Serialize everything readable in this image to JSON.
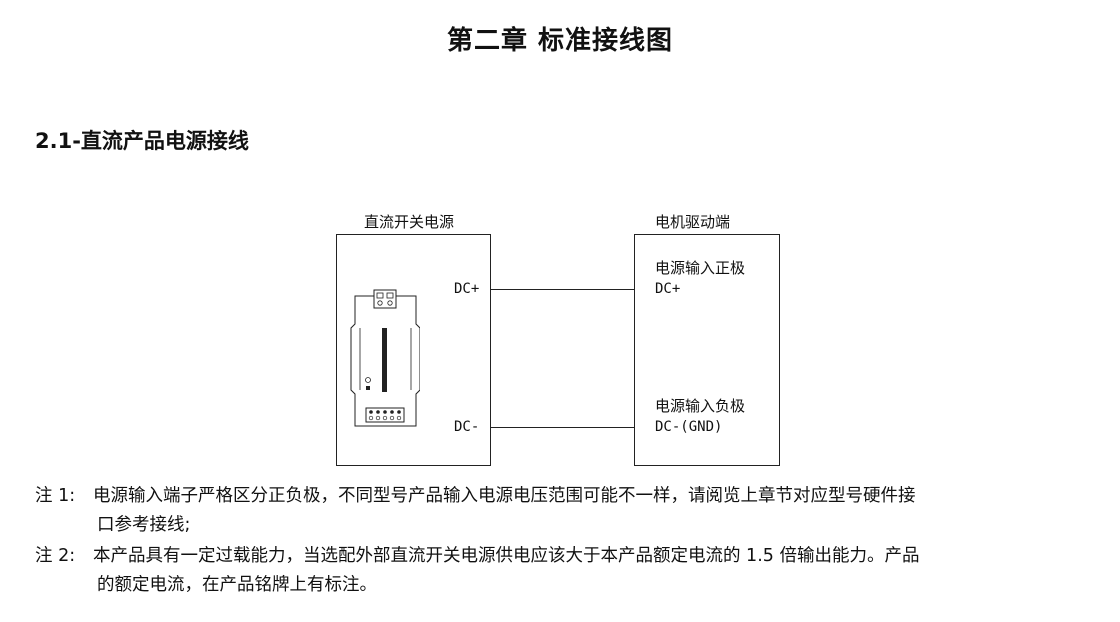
{
  "title": "第二章  标准接线图",
  "section": "2.1-直流产品电源接线",
  "diagram": {
    "left_box_label": "直流开关电源",
    "right_box_label": "电机驱动端",
    "left_terminals": {
      "pos": "DC+",
      "neg": "DC-"
    },
    "right_terminals": {
      "pos_desc": "电源输入正极",
      "pos": "DC+",
      "neg_desc": "电源输入负极",
      "neg": "DC-(GND)"
    }
  },
  "notes": [
    {
      "prefix": "注 1:",
      "line1": "电源输入端子严格区分正负极，不同型号产品输入电源电压范围可能不一样，请阅览上章节对应型号硬件接",
      "line2": "口参考接线;"
    },
    {
      "prefix": "注 2:",
      "line1": "本产品具有一定过载能力，当选配外部直流开关电源供电应该大于本产品额定电流的 1.5 倍输出能力。产品",
      "line2": "的额定电流，在产品铭牌上有标注。"
    }
  ]
}
